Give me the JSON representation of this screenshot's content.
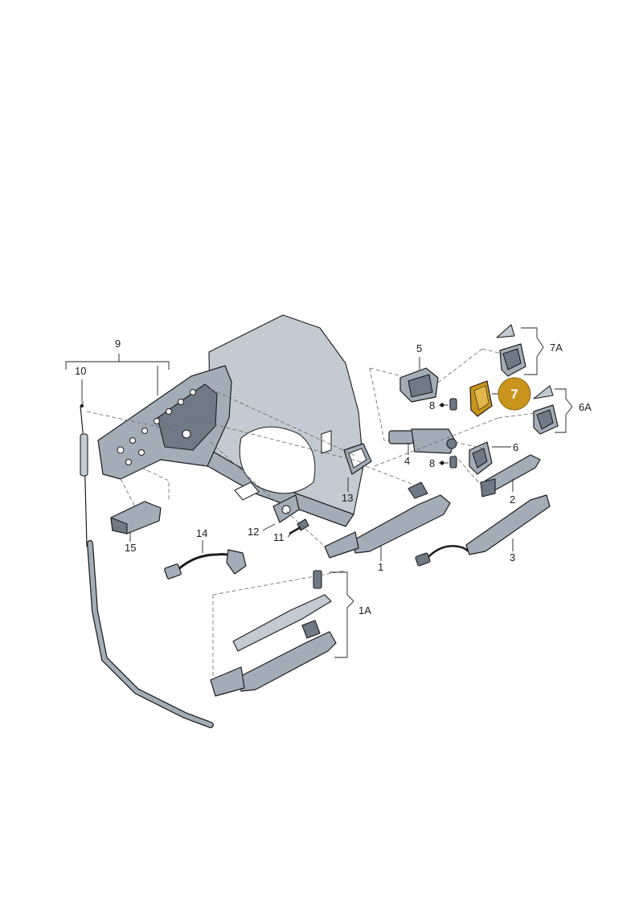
{
  "callouts": {
    "c1": "1",
    "c1A": "1A",
    "c2": "2",
    "c3": "3",
    "c4": "4",
    "c5": "5",
    "c6": "6",
    "c6A": "6A",
    "c7A": "7A",
    "c8a": "8",
    "c8b": "8",
    "c9": "9",
    "c10": "10",
    "c11": "11",
    "c12": "12",
    "c13": "13",
    "c14": "14",
    "c15": "15"
  },
  "highlight": {
    "label": "7",
    "color": "#c9941b"
  },
  "colors": {
    "part": "#a3adb8",
    "part_light": "#c3cad2",
    "part_dark": "#6f7a86"
  }
}
